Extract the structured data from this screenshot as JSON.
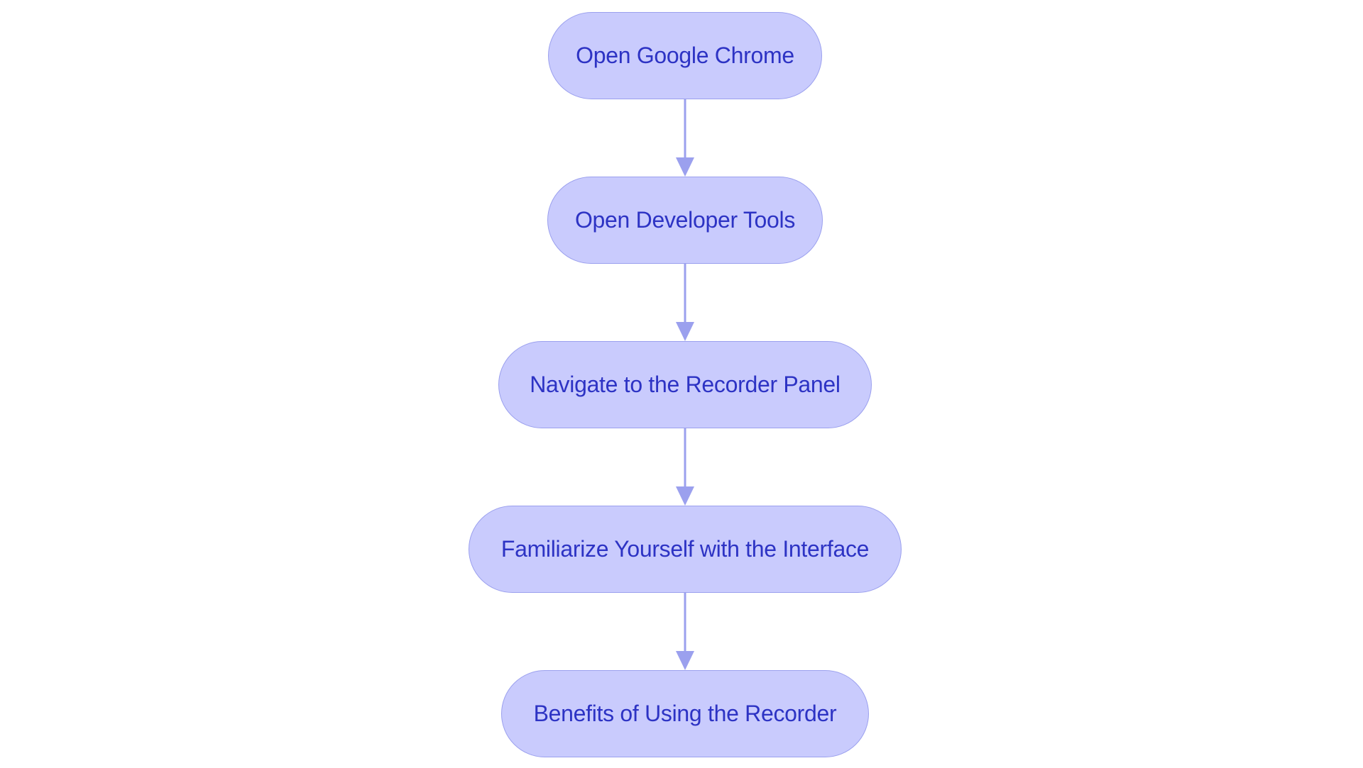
{
  "diagram": {
    "type": "flowchart",
    "direction": "top-to-bottom",
    "colors": {
      "node_fill": "#c9cbfd",
      "node_border": "#9ba0ee",
      "node_text": "#2d33c4",
      "edge": "#9ba0ee"
    },
    "nodes": [
      {
        "id": "n1",
        "label": "Open Google Chrome"
      },
      {
        "id": "n2",
        "label": "Open Developer Tools"
      },
      {
        "id": "n3",
        "label": "Navigate to the Recorder Panel"
      },
      {
        "id": "n4",
        "label": "Familiarize Yourself with the Interface"
      },
      {
        "id": "n5",
        "label": "Benefits of Using the Recorder"
      }
    ],
    "edges": [
      {
        "from": "n1",
        "to": "n2"
      },
      {
        "from": "n2",
        "to": "n3"
      },
      {
        "from": "n3",
        "to": "n4"
      },
      {
        "from": "n4",
        "to": "n5"
      }
    ]
  }
}
